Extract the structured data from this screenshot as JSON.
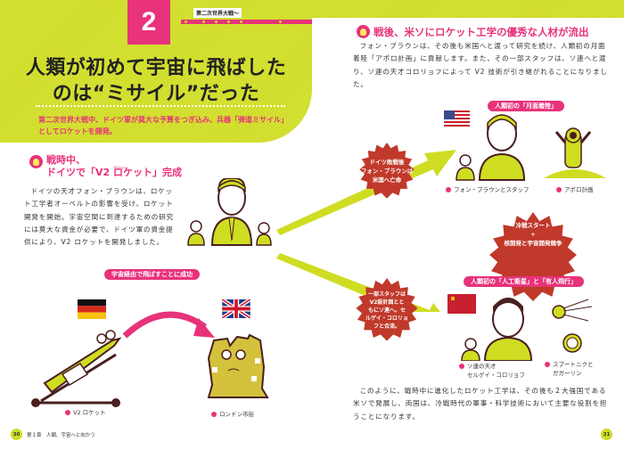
{
  "left_page": {
    "chapter_number": "2",
    "era_label": "第二次世界大戦〜",
    "title_line1": "人類が初めて宇宙に飛ばした",
    "title_line2": "のは“ミサイル”だった",
    "lead": "第二次世界大戦中、ドイツ軍が莫大な予算をつぎ込み、兵器「弾道ミサイル」としてロケットを開発。",
    "section1": {
      "title_line1": "戦時中、",
      "title_line2": "ドイツで「V2 ロケット」完成",
      "ruby": "ブイツー",
      "body": "ドイツの天才フォン・ブラウンは、ロケット工学者オーベルトの影響を受け、ロケット開発を開始。宇宙空間に到達するための研究には莫大な資金が必要で、ドイツ軍の資金提供により、V2 ロケットを開発しました。"
    },
    "diagram_pill": "宇宙経由で飛ばすことに成功",
    "captions": {
      "v2": "V2 ロケット",
      "london": "ロンドン市街"
    },
    "footer": {
      "page_number": "30",
      "chapter_text": "第１章　人類、宇宙へと向かう"
    }
  },
  "right_page": {
    "section2": {
      "title": "戦後、米ソにロケット工学の優秀な人材が流出",
      "body": "フォン・ブラウンは、その後も米国へと渡って研究を続け、人類初の月面着陸「アポロ計画」に貢献します。また、その一部スタッフは、ソ連へと渡り、ソ連の天才コロリョフによって V2 技術が引き継がれることになりました。"
    },
    "usa": {
      "pill": "人類初の「月面着陸」",
      "caption_staff": "フォン・ブラウンとスタッフ",
      "caption_apollo": "アポロ計画"
    },
    "burst_usa": [
      "ドイツ敗戦後",
      "フォン・ブラウンは",
      "米国へ亡命"
    ],
    "burst_coldwar": [
      "冷戦スタート",
      "+",
      "核開発と宇宙開発競争"
    ],
    "burst_ussr": [
      "一部スタッフは",
      "V2設計図とと",
      "もにソ連へ。セ",
      "ルゲイ・コロリョ",
      "フと合流。"
    ],
    "ussr": {
      "pill": "人類初の「人工衛星」と「有人飛行」",
      "caption_korolev_1": "ソ連の天才",
      "caption_korolev_2": "セルゲイ・コロリョフ",
      "caption_sputnik_1": "スプートニクと",
      "caption_sputnik_2": "ガガーリン"
    },
    "conclusion": "このように、戦時中に進化したロケット工学は、その後も２大強国である米ソで発展し、両国は、冷戦時代の軍事・科学技術において主要な役割を担うことになります。",
    "footer": {
      "page_number": "31"
    }
  },
  "colors": {
    "accent_pink": "#e8327a",
    "lime": "#cfdd22",
    "burst_red": "#c0392b"
  }
}
